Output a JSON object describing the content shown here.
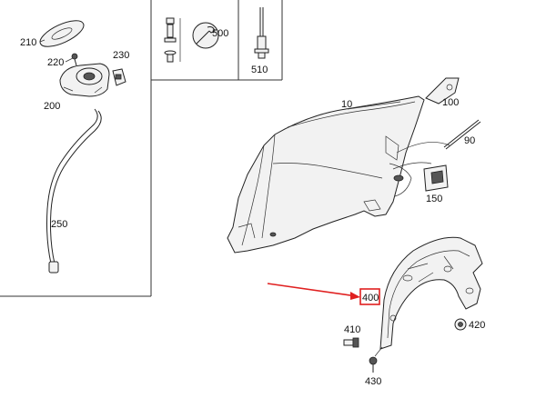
{
  "callouts": {
    "c10": "10",
    "c90": "90",
    "c100": "100",
    "c150": "150",
    "c200": "200",
    "c210": "210",
    "c220": "220",
    "c230": "230",
    "c250": "250",
    "c400": "400",
    "c410": "410",
    "c420": "420",
    "c430": "430",
    "c500": "500",
    "c510": "510"
  },
  "colors": {
    "highlight": "#e02020",
    "line": "#222222"
  },
  "highlighted_part": "400"
}
